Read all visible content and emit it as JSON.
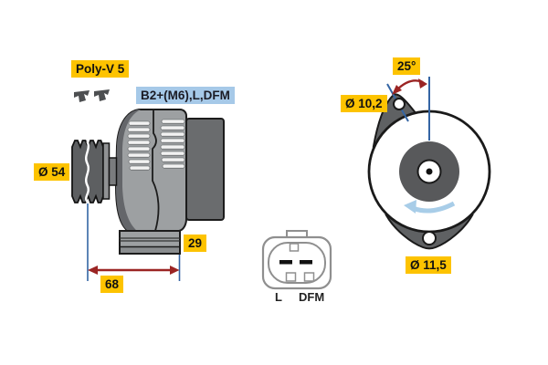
{
  "diagram": {
    "side_view": {
      "belt_type": "Poly-V 5",
      "terminals": "B2+(M6),L,DFM",
      "pulley_diameter": "Ø 54",
      "foot_offset": "29",
      "mount_length": "68"
    },
    "connector": {
      "pin_left": "L",
      "pin_right": "DFM"
    },
    "front_view": {
      "mount_angle": "25°",
      "top_hole_diameter": "Ø 10,2",
      "bottom_hole_diameter": "Ø 11,5"
    },
    "colors": {
      "highlight_yellow": "#fdc300",
      "highlight_blue": "#a6c9e8",
      "dimension_blue": "#3465a4",
      "dimension_red": "#9b2423",
      "rotation_blue": "#a8cde8",
      "body_gray": "#9da0a2",
      "dark_gray": "#5d5f61",
      "rear_gray": "#6a6c6e",
      "outline": "#1c1c1c"
    }
  }
}
